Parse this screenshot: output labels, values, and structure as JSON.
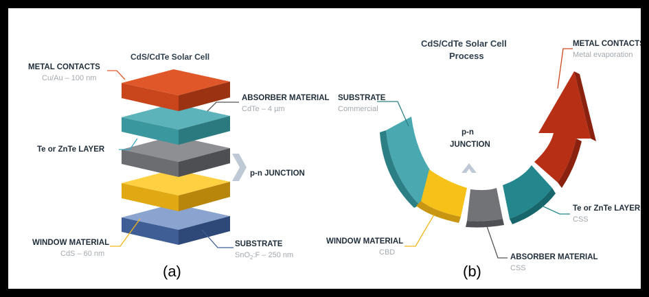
{
  "panel_a": {
    "title": "CdS/CdTe Solar Cell",
    "metal_contacts": {
      "label": "METAL CONTACTS",
      "detail": "Cu/Au – 100 nm",
      "color": "#c9461d"
    },
    "absorber": {
      "label": "ABSORBER MATERIAL",
      "detail": "CdTe – 4 µm",
      "color": "#6b6c70"
    },
    "te_layer": {
      "label": "Te or ZnTe LAYER",
      "color": "#3a9aa1"
    },
    "pn_junction": {
      "label": "p-n JUNCTION"
    },
    "window": {
      "label": "WINDOW MATERIAL",
      "detail": "CdS – 60 nm",
      "color": "#f2b619"
    },
    "substrate": {
      "label": "SUBSTRATE",
      "detail_main": "SnO",
      "detail_sub": "2",
      "detail_rest": ":F – 250 nm",
      "color": "#4d6fa8"
    },
    "caption": "(a)"
  },
  "panel_b": {
    "title_line1": "CdS/CdTe Solar Cell",
    "title_line2": "Process",
    "substrate": {
      "label": "SUBSTRATE",
      "detail": "Commercial"
    },
    "pn_junction_line1": "p-n",
    "pn_junction_line2": "JUNCTION",
    "window": {
      "label": "WINDOW MATERIAL",
      "detail": "CBD"
    },
    "absorber": {
      "label": "ABSORBER MATERIAL",
      "detail": "CSS"
    },
    "te_layer": {
      "label": "Te or ZnTe LAYER",
      "detail": "CSS"
    },
    "metal_contacts": {
      "label": "METAL CONTACTS",
      "detail": "Metal evaporation"
    },
    "caption": "(b)"
  }
}
